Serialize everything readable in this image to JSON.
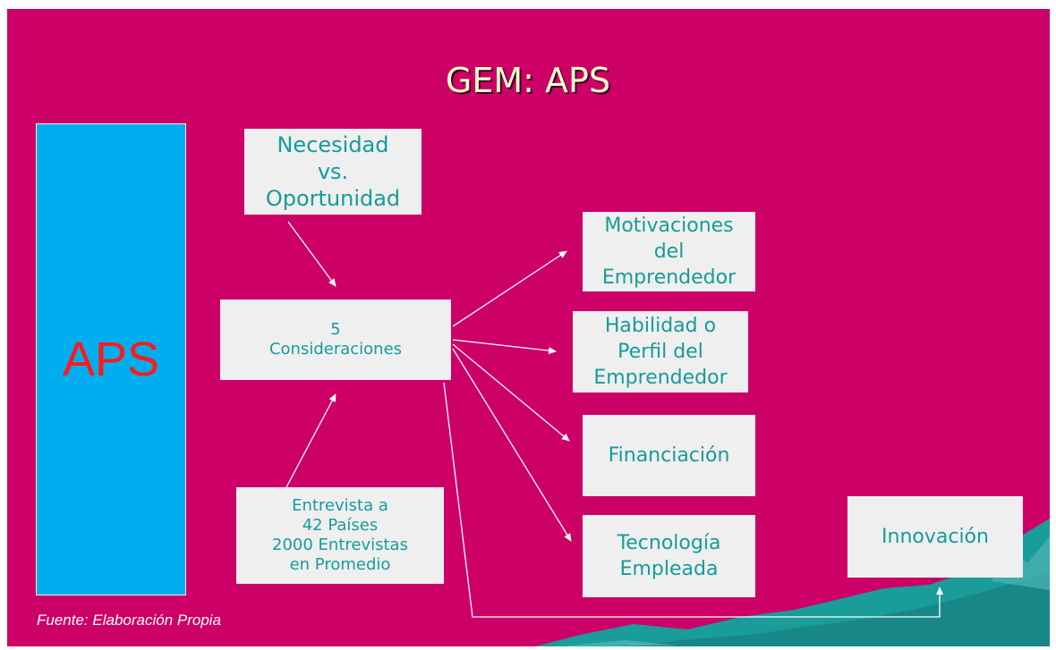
{
  "slide": {
    "title": "GEM: APS",
    "background_color": "#cc0066",
    "source_note": "Fuente:  Elaboración Propia"
  },
  "left_bar": {
    "label": "APS",
    "fill_color": "#00aeef",
    "text_color": "#ff1a1a"
  },
  "nodes": {
    "necesidad": "Necesidad\nvs.\nOportunidad",
    "consideraciones": "5\nConsideraciones",
    "entrevista": "Entrevista a\n42 Países\n2000 Entrevistas\nen Promedio",
    "motivaciones": "Motivaciones\ndel\nEmprendedor",
    "habilidad": "Habilidad o\nPerfil del\nEmprendedor",
    "financiacion": "Financiación",
    "tecnologia": "Tecnología\nEmpleada",
    "innovacion": "Innovación"
  },
  "edges": [
    {
      "from": "Necesidad vs. Oportunidad",
      "to": "5 Consideraciones"
    },
    {
      "from": "Entrevista a 42 Países",
      "to": "5 Consideraciones"
    },
    {
      "from": "5 Consideraciones",
      "to": "Motivaciones del Emprendedor"
    },
    {
      "from": "5 Consideraciones",
      "to": "Habilidad o Perfil del Emprendedor"
    },
    {
      "from": "5 Consideraciones",
      "to": "Financiación"
    },
    {
      "from": "5 Consideraciones",
      "to": "Tecnología Empleada"
    },
    {
      "from": "5 Consideraciones",
      "to": "Innovación"
    }
  ],
  "colors": {
    "box_fill": "#efefef",
    "box_text": "#179b9b",
    "title_text": "#ffffcc",
    "arrow": "#ffffff",
    "decoration": "#1a9c9a"
  }
}
